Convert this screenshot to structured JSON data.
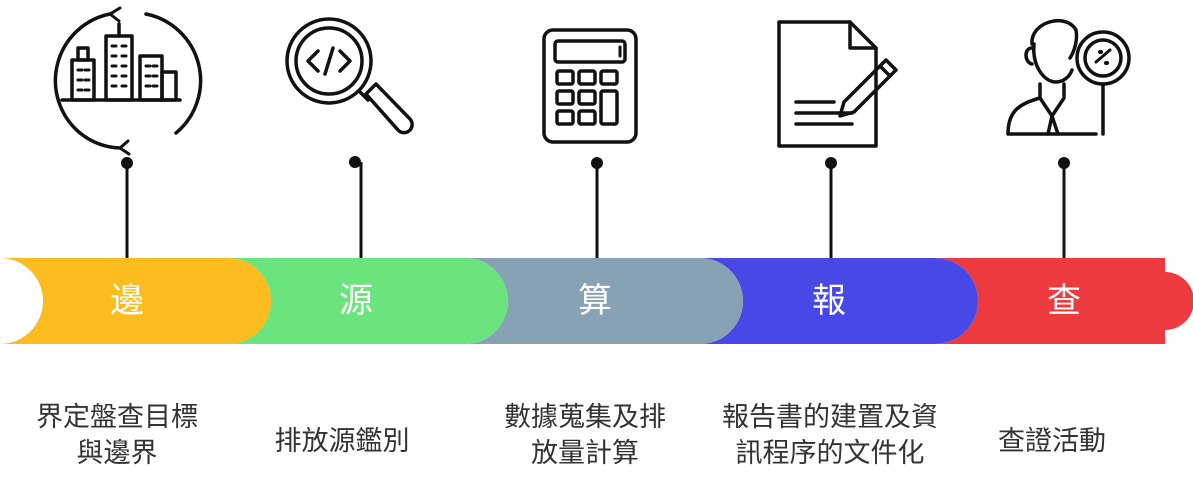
{
  "steps": [
    {
      "char": "邊",
      "color": "#FBBC20",
      "icon": "city-cycle-icon",
      "desc_line1": "界定盤查目標",
      "desc_line2": "與邊界"
    },
    {
      "char": "源",
      "color": "#6BE47E",
      "icon": "code-magnifier-icon",
      "desc_line1": "排放源鑑別",
      "desc_line2": ""
    },
    {
      "char": "算",
      "color": "#87A1B5",
      "icon": "calculator-icon",
      "desc_line1": "數據蒐集及排",
      "desc_line2": "放量計算"
    },
    {
      "char": "報",
      "color": "#4848E6",
      "icon": "document-pen-icon",
      "desc_line1": "報告書的建置及資",
      "desc_line2": "訊程序的文件化"
    },
    {
      "char": "查",
      "color": "#EC3A3E",
      "icon": "auditor-icon",
      "desc_line1": "查證活動",
      "desc_line2": ""
    }
  ]
}
